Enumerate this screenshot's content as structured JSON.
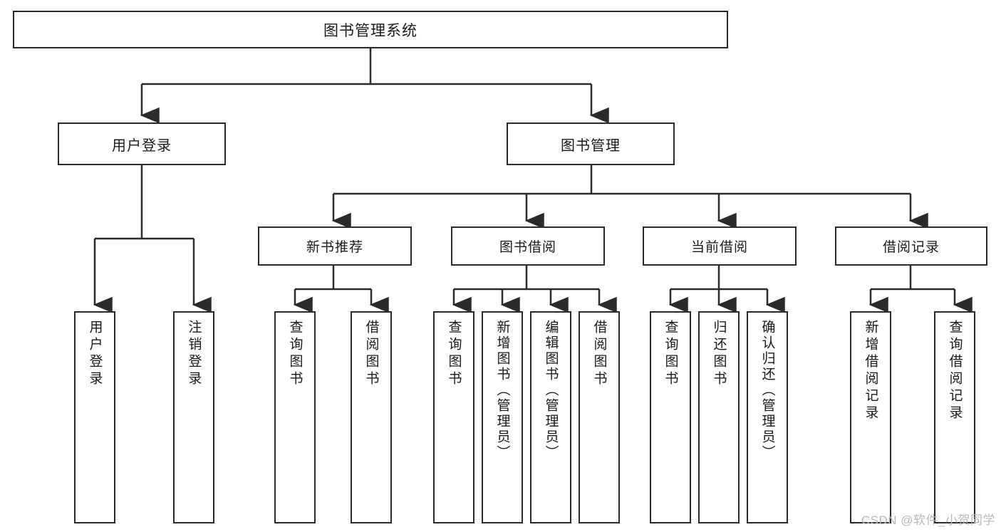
{
  "diagram": {
    "type": "tree-hierarchy-chart",
    "title": "图书管理系统",
    "watermark": "CSDN @软件_小贺同学",
    "colors": {
      "box_border": "#2b2b2b",
      "box_fill": "#ffffff",
      "connector": "#2b2b2b",
      "text": "#1a1a1a",
      "watermark": "#b9b9b9"
    },
    "nodes": {
      "root": {
        "label": "图书管理系统"
      },
      "level2": [
        {
          "id": "user-login",
          "label": "用户登录"
        },
        {
          "id": "book-manage",
          "label": "图书管理"
        }
      ],
      "level3": [
        {
          "id": "new-book-recommend",
          "label": "新书推荐"
        },
        {
          "id": "book-borrow",
          "label": "图书借阅"
        },
        {
          "id": "current-borrow",
          "label": "当前借阅"
        },
        {
          "id": "borrow-record",
          "label": "借阅记录"
        }
      ],
      "leaves": {
        "user_login": [
          {
            "id": "leaf-user-login",
            "label": "用户登录"
          },
          {
            "id": "leaf-logout-login",
            "label": "注销登录"
          }
        ],
        "new_book_recommend": [
          {
            "id": "leaf-query-book-1",
            "label": "查询图书"
          },
          {
            "id": "leaf-borrow-book-1",
            "label": "借阅图书"
          }
        ],
        "book_borrow": [
          {
            "id": "leaf-query-book-2",
            "label": "查询图书"
          },
          {
            "id": "leaf-add-book-admin",
            "label": "新增图书（管理员）"
          },
          {
            "id": "leaf-edit-book-admin",
            "label": "编辑图书（管理员）"
          },
          {
            "id": "leaf-borrow-book-2",
            "label": "借阅图书"
          }
        ],
        "current_borrow": [
          {
            "id": "leaf-query-book-3",
            "label": "查询图书"
          },
          {
            "id": "leaf-return-book",
            "label": "归还图书"
          },
          {
            "id": "leaf-confirm-return-admin",
            "label": "确认归还（管理员）"
          }
        ],
        "borrow_record": [
          {
            "id": "leaf-add-borrow-record",
            "label": "新增借阅记录"
          },
          {
            "id": "leaf-query-borrow-record",
            "label": "查询借阅记录"
          }
        ]
      }
    }
  }
}
